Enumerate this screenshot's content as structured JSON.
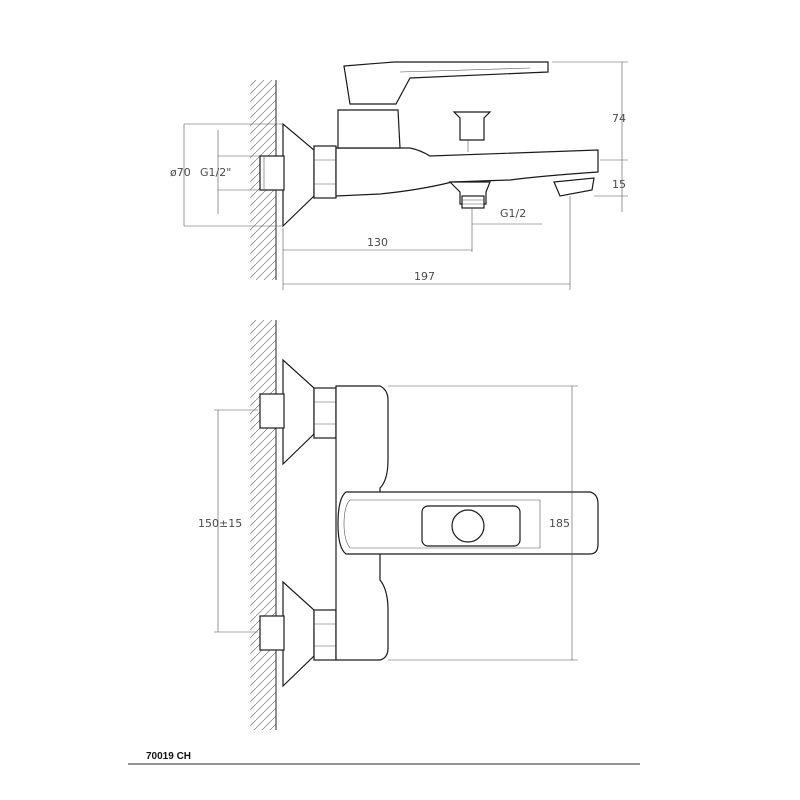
{
  "side_view": {
    "dim_diameter": "ø70",
    "dim_thread_inlet": "G1/2\"",
    "dim_height_top": "74",
    "dim_height_bottom": "15",
    "dim_thread_outlet": "G1/2",
    "dim_depth_spout": "130",
    "dim_depth_total": "197"
  },
  "front_view": {
    "dim_center_distance": "150±15",
    "dim_width": "185"
  },
  "footer": {
    "model_code": "70019 CH"
  }
}
